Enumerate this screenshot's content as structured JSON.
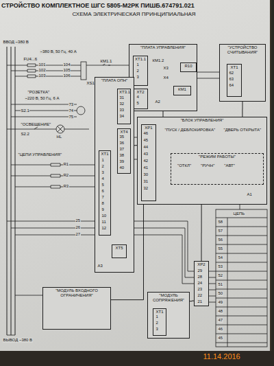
{
  "diagram": {
    "title": "СТРОЙСТВО КОМПЛЕКТНОЕ ШГС 5805-М2РК ПИШБ.674791.021",
    "nodes": [
      {
        "text": [
          "\"ПЛАТА УПРАВЛЕНИЯ\""
        ]
      },
      {
        "text": [
          "XT1.1"
        ],
        "in": 0
      },
      {
        "text": [
          "XT2"
        ],
        "in": 0
      },
      {
        "text": [
          "КМ1"
        ],
        "in": 0
      },
      {
        "text": [
          "R10"
        ],
        "in": 0
      },
      {
        "text": [
          "\"УСТРОЙСТВО СЧИТЫВАНИЯ\""
        ]
      },
      {
        "text": [
          "XT1"
        ],
        "in": 5
      },
      {
        "text": [
          "\"ПЛАТА ОПН\""
        ]
      },
      {
        "text": [
          "XT3.1"
        ],
        "in": 7
      },
      {
        "text": [
          "XT4"
        ],
        "in": 7
      },
      {
        "text": [
          "XT1"
        ],
        "in": 7
      },
      {
        "text": [
          "XT5"
        ],
        "in": 7
      },
      {
        "text": [
          "\"БЛОК УПРАВЛЕНИЯ\""
        ]
      },
      {
        "text": [
          "XP1"
        ],
        "in": 12
      },
      {
        "text": [
          "\"РЕЖИМ РАБОТЫ\"",
          "\"ОТКЛ\"",
          "\"РУЧН\"",
          "\"АВТ\""
        ],
        "in": 12
      },
      {
        "text": [
          "XP2"
        ]
      },
      {
        "text": [
          "\"МОДУЛЬ ВХОДНОГО ОГРАНИЧЕНИЯ\""
        ]
      },
      {
        "text": [
          "\"МОДУЛЬ СОПРЯЖЕНИЯ\""
        ]
      },
      {
        "text": [
          "XT1"
        ],
        "in": 17
      }
    ],
    "edges": [
      {
        "from": 0,
        "to": 12,
        "arrow": "none"
      },
      {
        "from": 5,
        "to": 12,
        "arrow": "none"
      },
      {
        "from": 7,
        "to": 12,
        "arrow": "none"
      },
      {
        "from": 12,
        "to": 15,
        "arrow": "none"
      },
      {
        "from": 16,
        "to": 12,
        "arrow": "none"
      },
      {
        "from": 17,
        "to": 15,
        "arrow": "none"
      }
    ],
    "labels": [
      "СХЕМА ЭЛЕКТРИЧЕСКАЯ ПРИНЦИПИАЛЬНАЯ",
      "ВВОД ~380 В",
      "~380 В, 50 Гц, 40 А",
      "FU4...6",
      "101",
      "102",
      "103",
      "104",
      "105",
      "106",
      "XS1",
      "КМ1.1",
      "КМ1.2",
      "\"РОЗЕТКА\"",
      "~220 В, 50 Гц, 6 А",
      "73",
      "74",
      "75",
      "S2.1",
      "\"ОСВЕЩЕНИЕ\"",
      "S2.2",
      "HL",
      "\"ЦЕПИ УПРАВЛЕНИЯ\"",
      "R1",
      "R2",
      "R3",
      "1",
      "2",
      "3",
      "4",
      "5",
      "6",
      "7",
      "8",
      "9",
      "10",
      "11",
      "12",
      "31",
      "32",
      "33",
      "34",
      "35",
      "36",
      "37",
      "38",
      "39",
      "40",
      "A3",
      "1",
      "2",
      "3",
      "X3",
      "X4",
      "A2",
      "4",
      "5",
      "62",
      "63",
      "64",
      "\"ПУСК / ДЕБЛОКИРОВКА\"",
      "\"ДВЕРЬ ОТКРЫТА\"",
      "46",
      "45",
      "44",
      "43",
      "42",
      "41",
      "30",
      "31",
      "32",
      "A1",
      "29",
      "28",
      "24",
      "23",
      "22",
      "21",
      "ЦЕПЬ",
      "58",
      "57",
      "56",
      "55",
      "54",
      "53",
      "52",
      "51",
      "50",
      "49",
      "48",
      "47",
      "46",
      "45",
      "25",
      "26",
      "27",
      "ВЫВОД ~380 В",
      "1",
      "2",
      "3",
      "11.14.2016"
    ]
  }
}
